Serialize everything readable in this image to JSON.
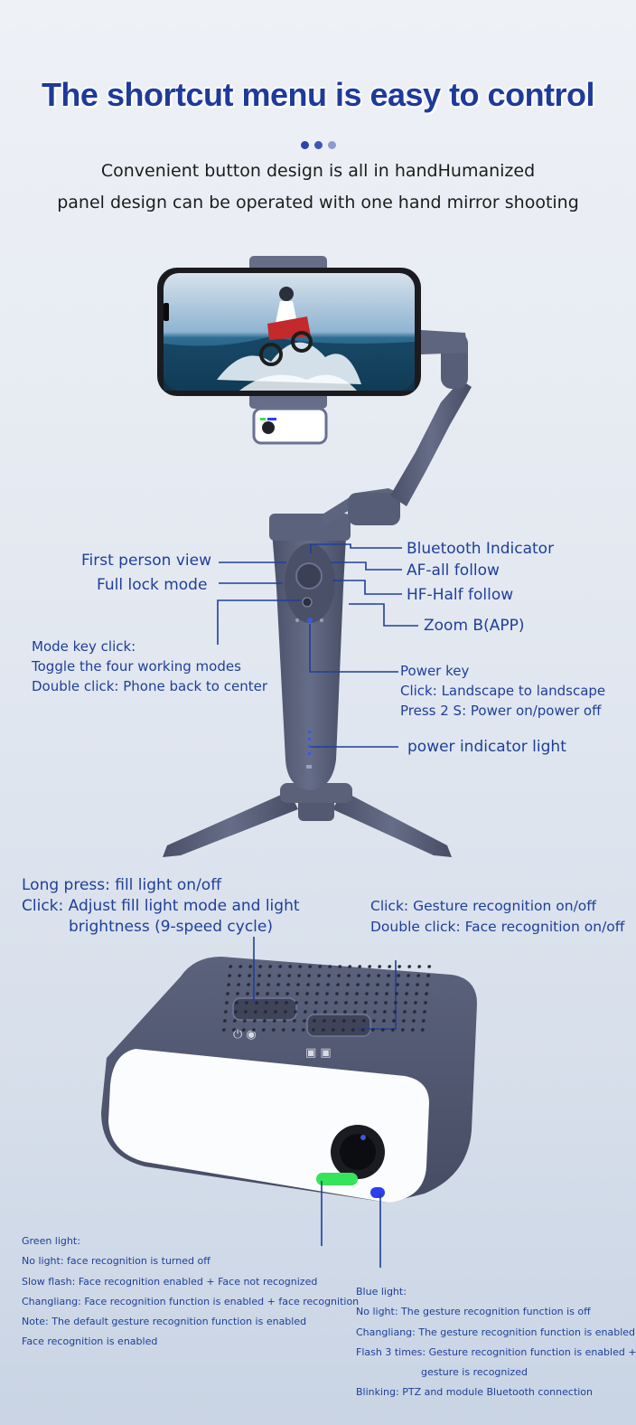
{
  "header": {
    "title": "The shortcut menu is easy to control",
    "subtitle_line1": "Convenient button design is all in handHumanized",
    "subtitle_line2": "panel design can be operated with one hand mirror shooting"
  },
  "colors": {
    "label_blue": "#1e3f9a",
    "title_blue": "#1e3a9a",
    "device_gray": "#565d78",
    "green_light": "#35e45a",
    "blue_light": "#2b3ff0"
  },
  "gimbal_labels": {
    "first_person_view": "First person view",
    "full_lock_mode": "Full lock mode",
    "bluetooth_indicator": "Bluetooth Indicator",
    "af_all_follow": "AF-all follow",
    "hf_half_follow": "HF-Half follow",
    "zoom": "Zoom B(APP)",
    "mode_key_line1": "Mode key click:",
    "mode_key_line2": "Toggle the four working modes",
    "mode_key_line3": "Double click: Phone back to center",
    "power_key_line1": "Power key",
    "power_key_line2": "Click: Landscape to landscape",
    "power_key_line3": "Press 2 S: Power on/power off",
    "power_indicator": "power indicator light"
  },
  "light_module_labels": {
    "fill_line1": "Long press: fill light on/off",
    "fill_line2": "Click: Adjust fill light mode and light",
    "fill_line3": "brightness (9-speed cycle)",
    "gesture_line1": "Click: Gesture recognition on/off",
    "gesture_line2": "Double click: Face recognition on/off"
  },
  "green_light_notes": [
    "Green light:",
    "No light: face recognition is turned off",
    "Slow flash: Face recognition enabled + Face not recognized",
    "Changliang: Face recognition function is enabled + face recognition",
    "Note: The default gesture recognition function is enabled",
    "Face recognition is enabled"
  ],
  "blue_light_notes": [
    "Blue light:",
    "No light: The gesture recognition function is off",
    "Changliang: The gesture recognition function is enabled",
    "Flash 3 times: Gesture recognition function is enabled +",
    "gesture is recognized",
    "Blinking: PTZ and module Bluetooth connection"
  ]
}
